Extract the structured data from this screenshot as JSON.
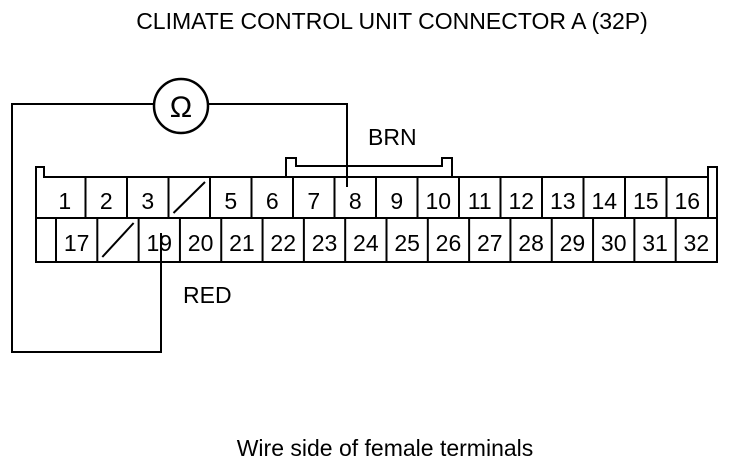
{
  "title": "CLIMATE CONTROL UNIT CONNECTOR A (32P)",
  "caption": "Wire side of female terminals",
  "meter_symbol": "Ω",
  "wires": {
    "top_label": "BRN",
    "bottom_label": "RED"
  },
  "connector": {
    "pin_count": 32,
    "row_top": [
      {
        "pin": "1",
        "empty": false
      },
      {
        "pin": "2",
        "empty": false
      },
      {
        "pin": "3",
        "empty": false
      },
      {
        "pin": "",
        "empty": true
      },
      {
        "pin": "5",
        "empty": false
      },
      {
        "pin": "6",
        "empty": false
      },
      {
        "pin": "7",
        "empty": false
      },
      {
        "pin": "8",
        "empty": false
      },
      {
        "pin": "9",
        "empty": false
      },
      {
        "pin": "10",
        "empty": false
      },
      {
        "pin": "11",
        "empty": false
      },
      {
        "pin": "12",
        "empty": false
      },
      {
        "pin": "13",
        "empty": false
      },
      {
        "pin": "14",
        "empty": false
      },
      {
        "pin": "15",
        "empty": false
      },
      {
        "pin": "16",
        "empty": false
      }
    ],
    "row_bottom": [
      {
        "pin": "17",
        "empty": false
      },
      {
        "pin": "",
        "empty": true
      },
      {
        "pin": "19",
        "empty": false
      },
      {
        "pin": "20",
        "empty": false
      },
      {
        "pin": "21",
        "empty": false
      },
      {
        "pin": "22",
        "empty": false
      },
      {
        "pin": "23",
        "empty": false
      },
      {
        "pin": "24",
        "empty": false
      },
      {
        "pin": "25",
        "empty": false
      },
      {
        "pin": "26",
        "empty": false
      },
      {
        "pin": "27",
        "empty": false
      },
      {
        "pin": "28",
        "empty": false
      },
      {
        "pin": "29",
        "empty": false
      },
      {
        "pin": "30",
        "empty": false
      },
      {
        "pin": "31",
        "empty": false
      },
      {
        "pin": "32",
        "empty": false
      }
    ],
    "probed_pins": [
      "8",
      "19"
    ]
  },
  "colors": {
    "line": "#000000",
    "background": "#ffffff"
  }
}
